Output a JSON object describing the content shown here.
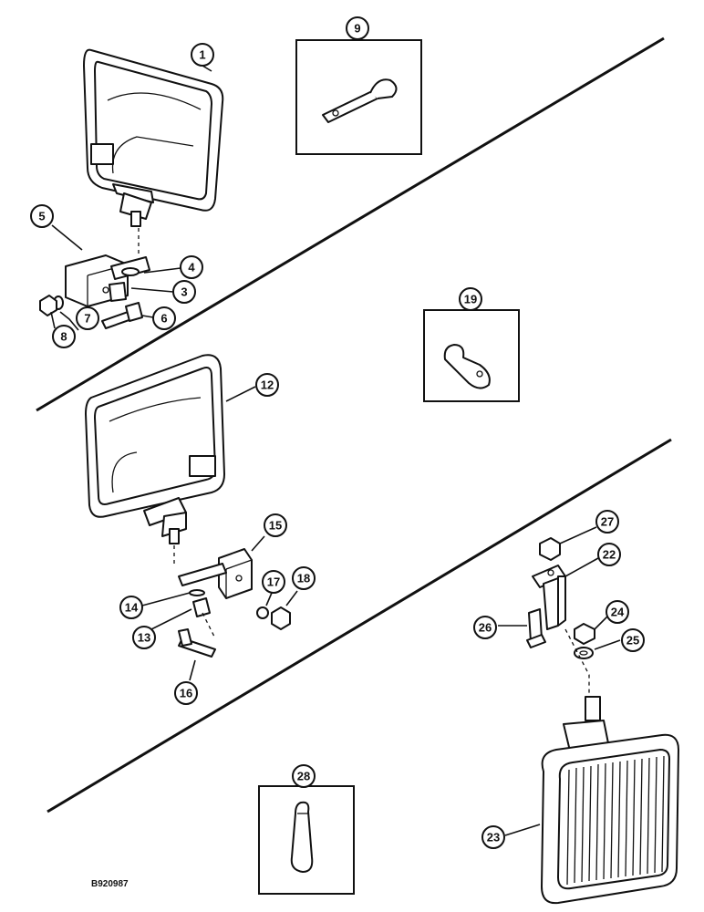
{
  "figure_id": "B920987",
  "callouts": {
    "c1": "1",
    "c3": "3",
    "c4": "4",
    "c5": "5",
    "c6": "6",
    "c7": "7",
    "c8": "8",
    "c9": "9",
    "c12": "12",
    "c13": "13",
    "c14": "14",
    "c15": "15",
    "c16": "16",
    "c17": "17",
    "c18": "18",
    "c19": "19",
    "c22": "22",
    "c23": "23",
    "c24": "24",
    "c25": "25",
    "c26": "26",
    "c27": "27",
    "c28": "28"
  }
}
